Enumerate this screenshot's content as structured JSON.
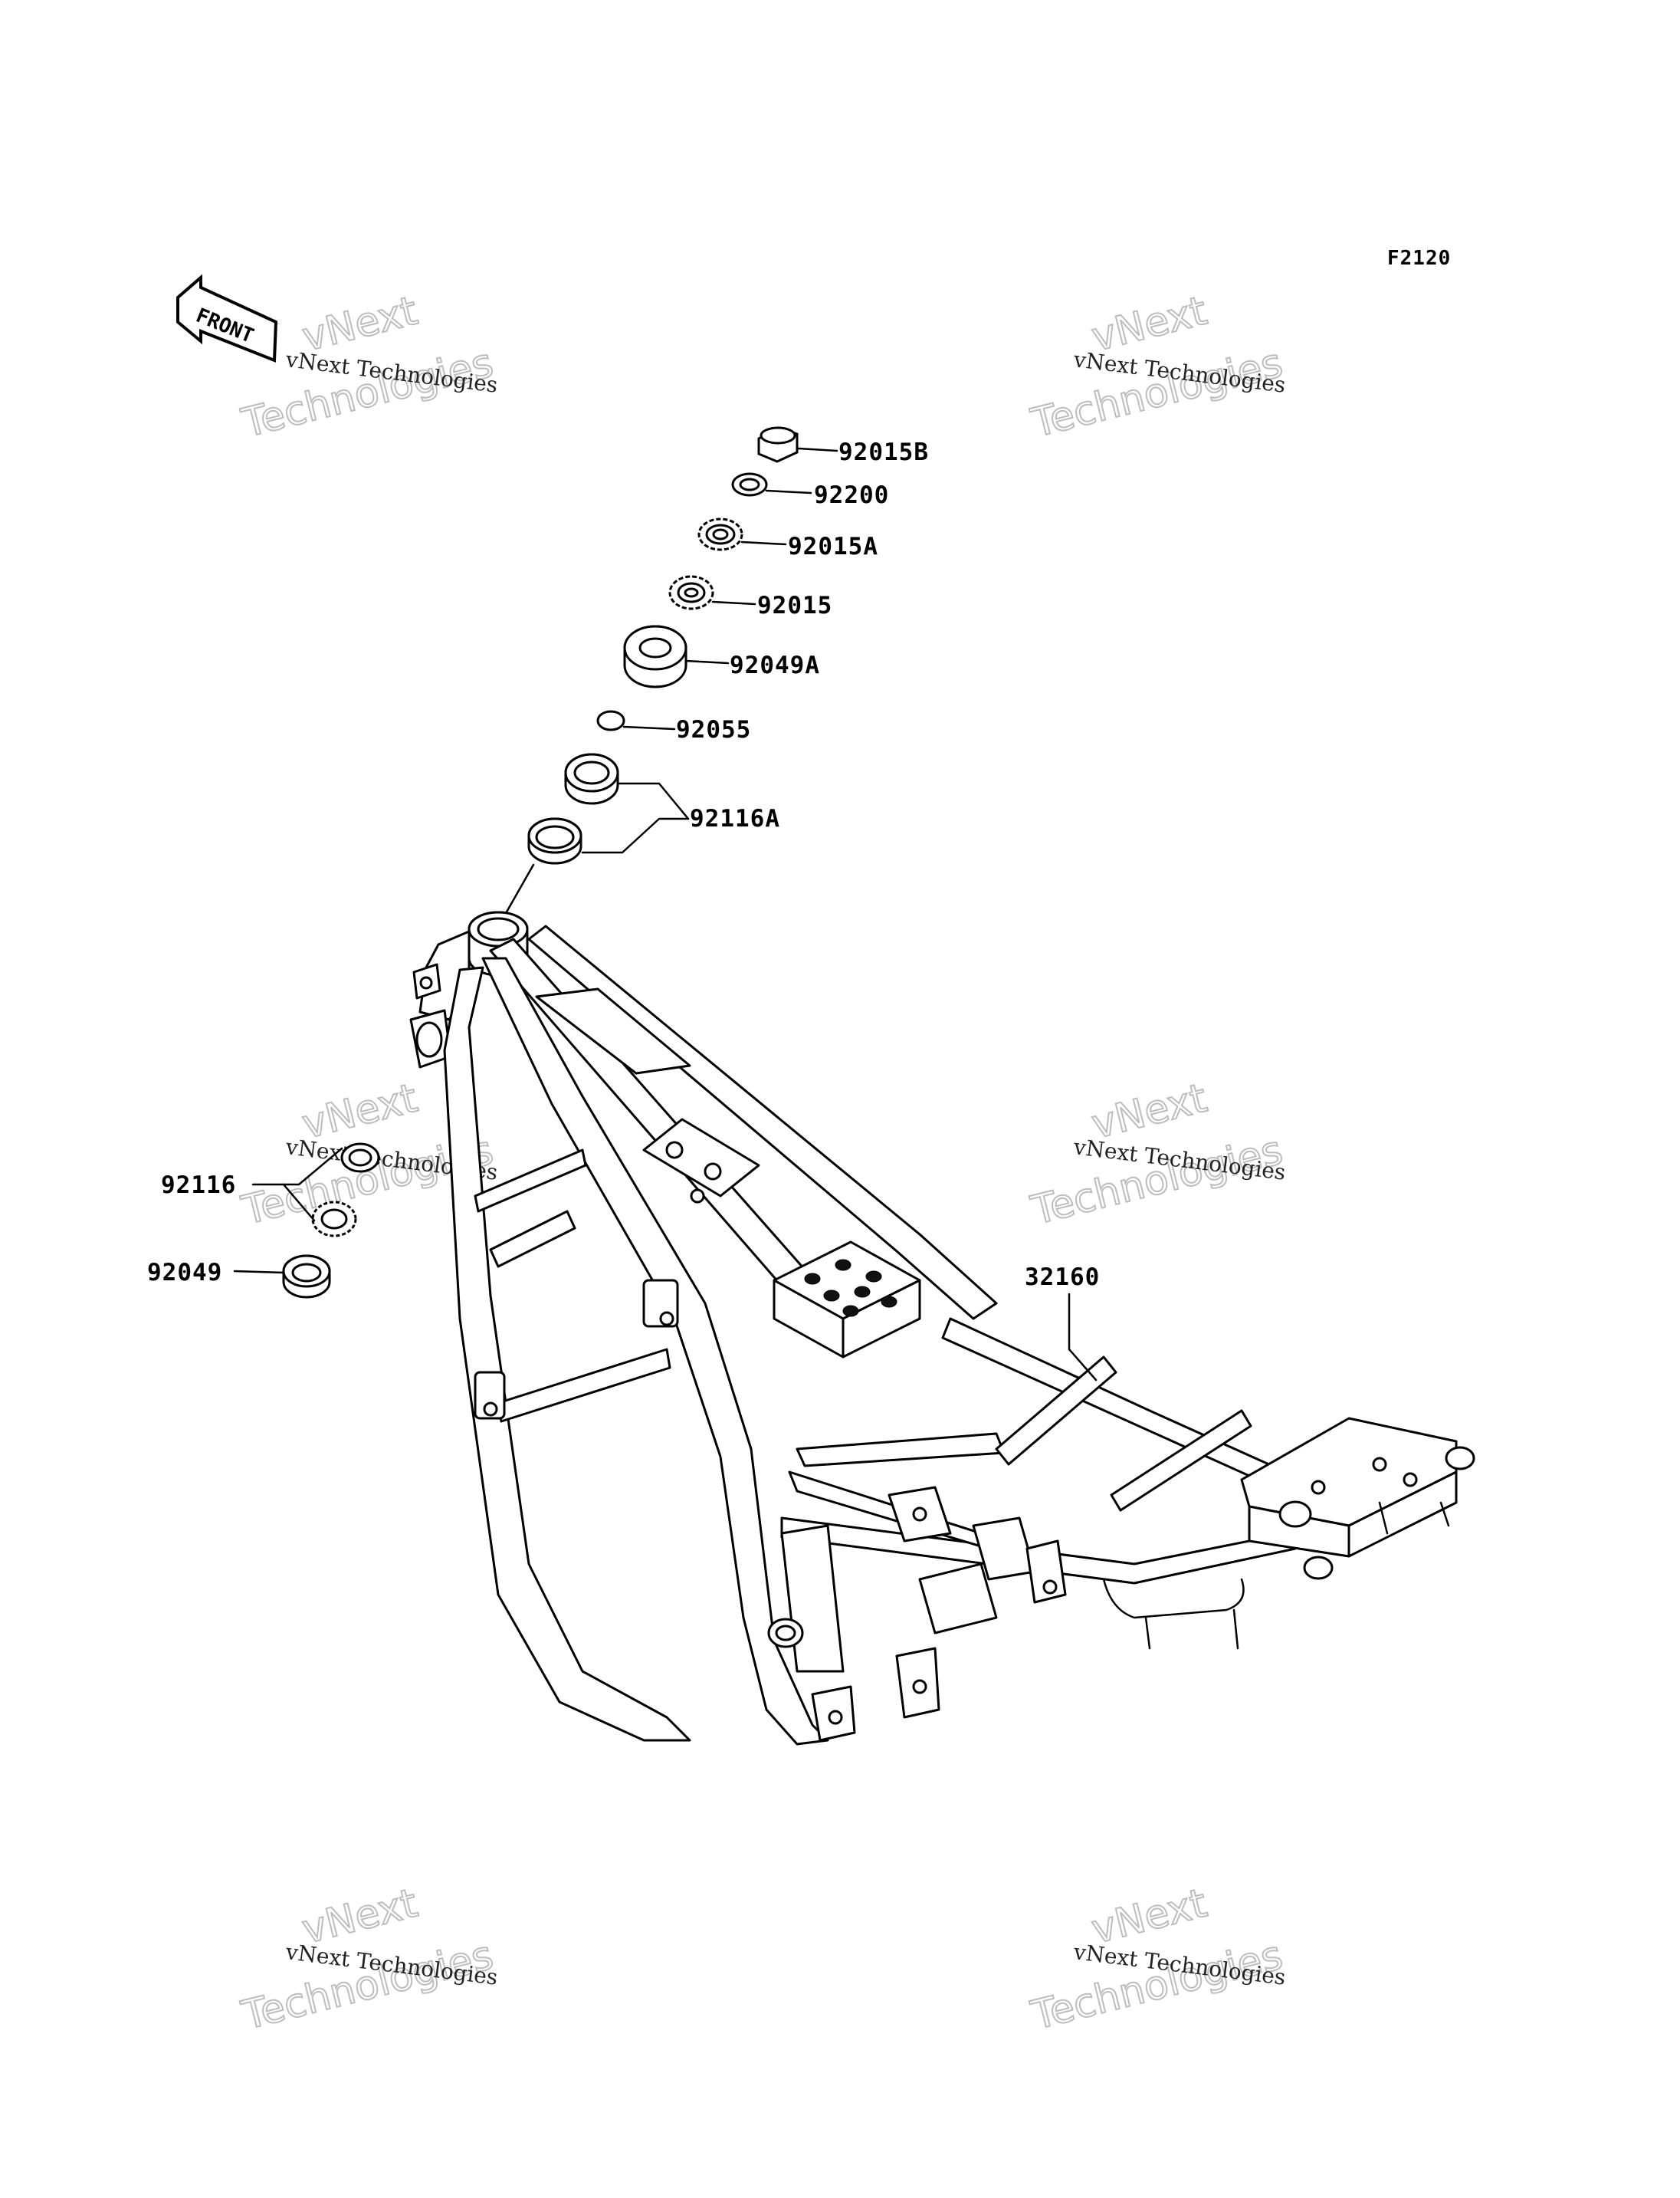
{
  "diagram_code": "F2120",
  "front_arrow_label": "FRONT",
  "watermark": {
    "line1": "vNext Technologies",
    "line2": "vNext",
    "line3": "Technologies"
  },
  "labels": {
    "p92015B": "92015B",
    "p92200": "92200",
    "p92015A": "92015A",
    "p92015": "92015",
    "p92049A": "92049A",
    "p92055": "92055",
    "p92116A": "92116A",
    "p92116": "92116",
    "p92049": "92049",
    "p32160": "32160"
  }
}
